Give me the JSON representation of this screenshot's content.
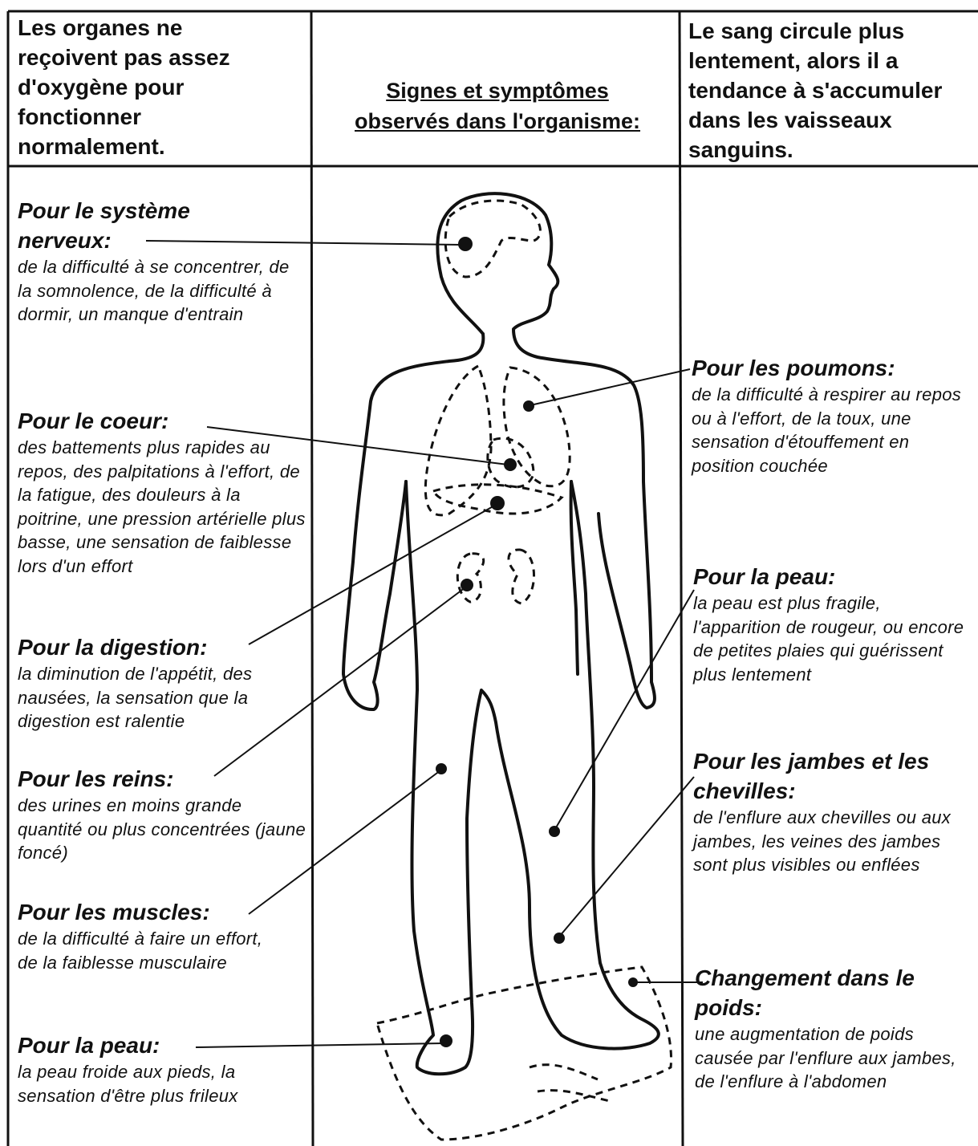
{
  "header": {
    "left": "Les organes ne reçoivent pas assez d'oxygène pour fonctionner normalement.",
    "center": "Signes et symptômes observés dans l'organisme:",
    "right": "Le sang circule plus lentement, alors il a tendance à s'accumuler dans les vaisseaux sanguins."
  },
  "left_blocks": [
    {
      "title": "Pour le système nerveux:",
      "text": "de la difficulté à se concentrer, de la somnolence, de la difficulté à dormir, un manque d'entrain"
    },
    {
      "title": "Pour le coeur:",
      "text": "des battements plus rapides au repos, des palpitations à l'effort, de la fatigue, des douleurs à la poitrine, une pression artérielle plus basse, une sensation de faiblesse lors d'un effort"
    },
    {
      "title": "Pour la digestion:",
      "text": "la diminution de l'appétit, des nausées, la sensation que la digestion est ralentie"
    },
    {
      "title": "Pour les reins:",
      "text": "des urines en moins grande quantité ou plus concentrées (jaune foncé)"
    },
    {
      "title": "Pour les muscles:",
      "text": "de la difficulté à faire un effort, de la faiblesse musculaire"
    },
    {
      "title": "Pour la peau:",
      "text": "la peau froide aux pieds, la sensation d'être plus frileux"
    }
  ],
  "right_blocks": [
    {
      "title": "Pour les poumons:",
      "text": "de la difficulté à respirer au repos ou à l'effort, de la toux, une sensation d'étouffement en position couchée"
    },
    {
      "title": "Pour la peau:",
      "text": "la peau est plus fragile, l'apparition de rougeur, ou encore de petites plaies qui guérissent plus lentement"
    },
    {
      "title": "Pour les jambes et les chevilles:",
      "text": "de l'enflure aux chevilles ou aux jambes, les veines des jambes sont plus visibles ou enflées"
    },
    {
      "title": "Changement dans le poids:",
      "text": "une augmentation de poids causée par l'enflure aux jambes, de l'enflure à l'abdomen"
    }
  ]
}
